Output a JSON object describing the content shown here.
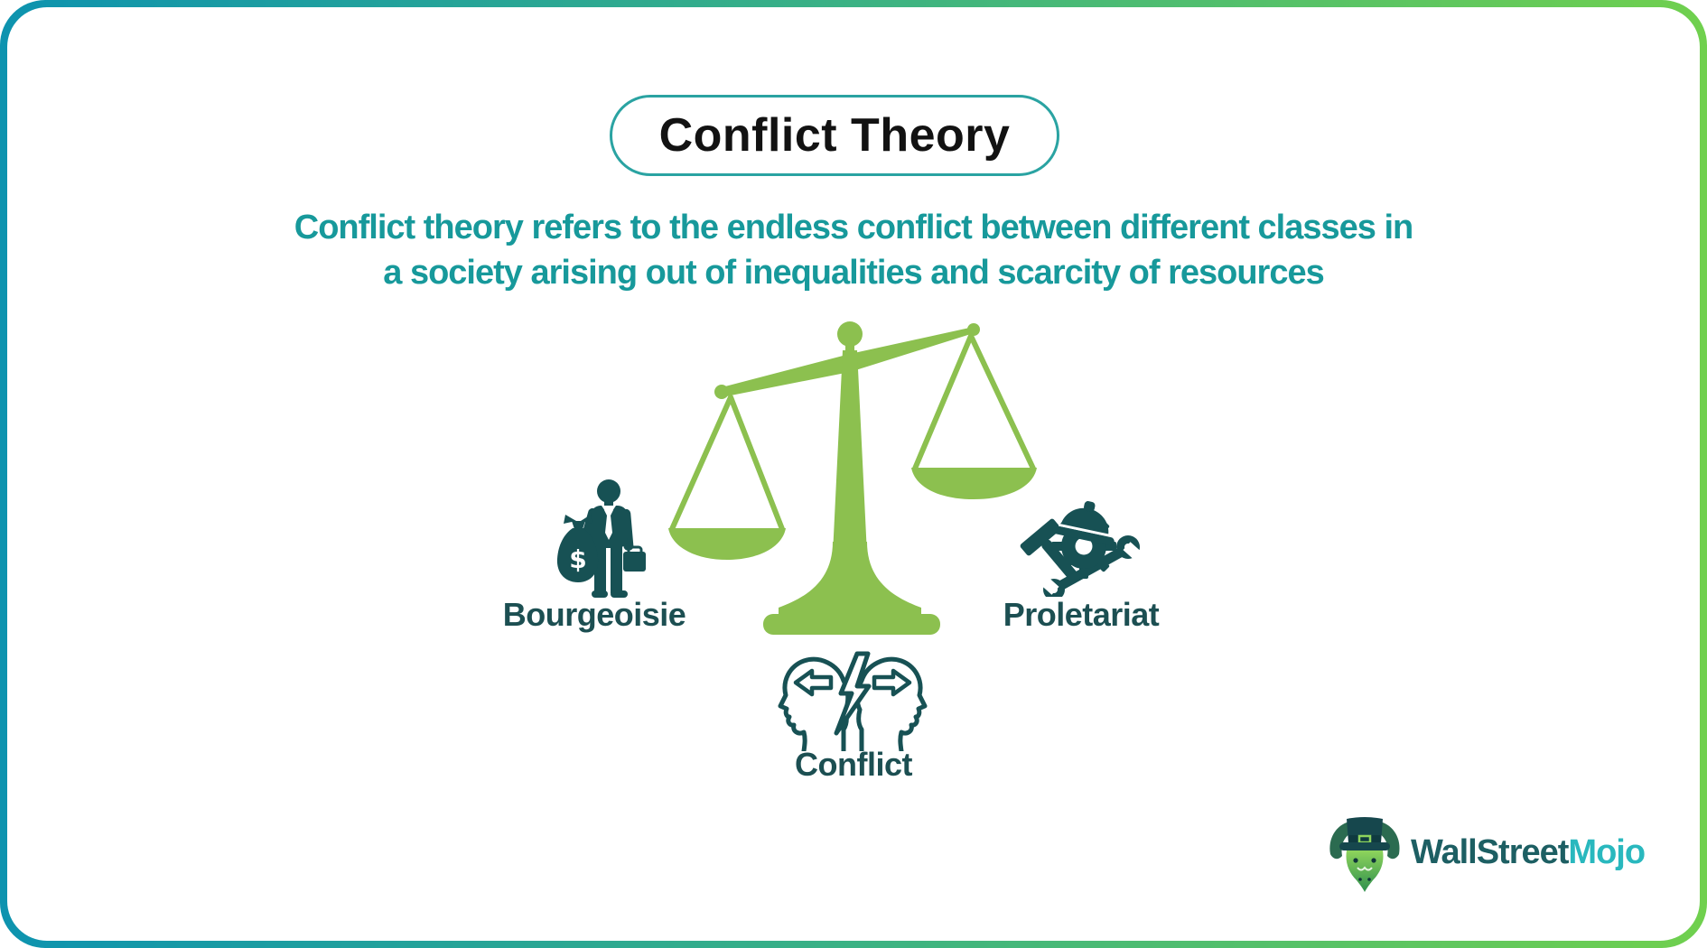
{
  "header": {
    "title": "Conflict Theory",
    "subtitle_line1": "Conflict theory refers to the endless conflict between different classes in",
    "subtitle_line2": "a society arising out of inequalities and scarcity of resources"
  },
  "diagram": {
    "scale_icon": "tilted-balance-scale",
    "left": {
      "label": "Bourgeoisie",
      "icon": "businessman-money-bag-briefcase",
      "money_symbol": "$"
    },
    "right": {
      "label": "Proletariat",
      "icon": "gear-hard-hat-hammer-wrench"
    },
    "bottom": {
      "label": "Conflict",
      "icon": "two-opposed-heads-lightning-bolt"
    }
  },
  "logo": {
    "icon": "bull-with-top-hat",
    "text_primary": "WallStreet",
    "text_secondary": "Mojo"
  },
  "colors": {
    "frame_gradient_start": "#0d93af",
    "frame_gradient_end": "#70d04e",
    "pill_border": "#2aa3a2",
    "title_text": "#121212",
    "subtitle_text": "#17999b",
    "scale_green": "#8cc04f",
    "icon_dark_teal": "#175154",
    "label_dark_teal": "#1c4f52",
    "logo_primary": "#1d5f63",
    "logo_secondary": "#29b8be"
  }
}
